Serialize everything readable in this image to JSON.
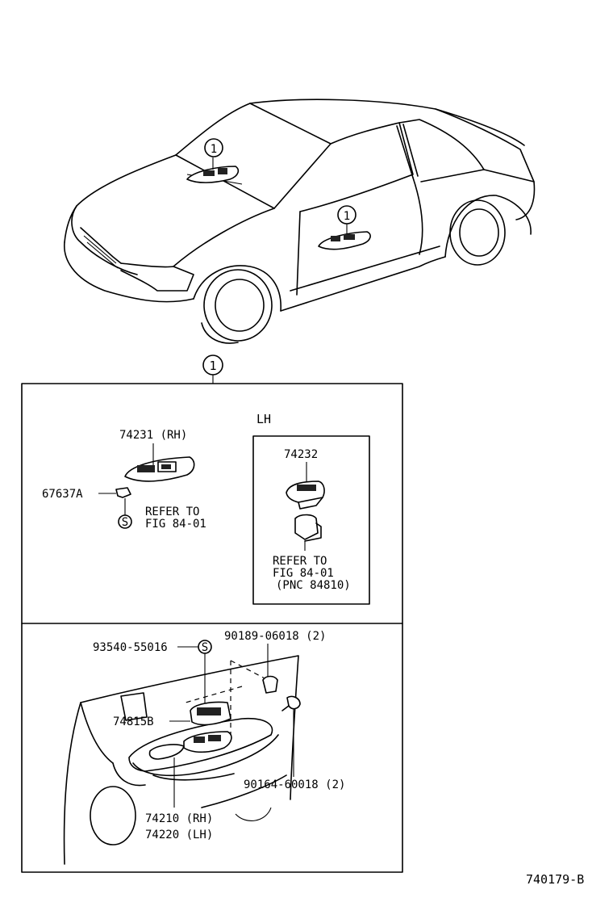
{
  "callout_marker": "1",
  "panel_top": {
    "switch_rh_part": "74231 (RH)",
    "clip_part": "67637A",
    "screw_marker": "S",
    "refer_top": "REFER TO",
    "refer_fig": "FIG 84-01",
    "lh_title": "LH",
    "switch_lh_part": "74232",
    "lh_refer_top": "REFER TO",
    "lh_refer_fig": "FIG 84-01",
    "lh_refer_pnc": "(PNC 84810)"
  },
  "panel_bottom": {
    "screw_part": "93540-55016",
    "screw_marker": "S",
    "clip_part": "90189-06018 (2)",
    "bezel_part": "74815B",
    "screw2_part": "90164-60018 (2)",
    "armrest_rh": "74210 (RH)",
    "armrest_lh": "74220 (LH)"
  },
  "figure_code": "740179-B"
}
